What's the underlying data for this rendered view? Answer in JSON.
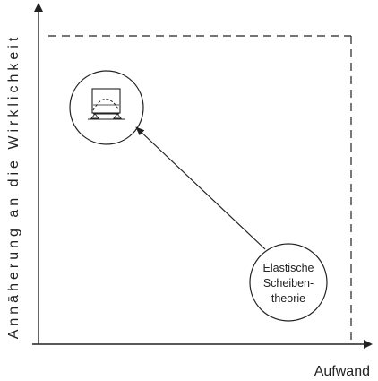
{
  "axes": {
    "x_label": "Aufwand",
    "y_label": "Annäherung an die Wirklichkeit"
  },
  "nodes": {
    "elastic": {
      "lines": [
        "Elastische",
        "Scheiben-",
        "theorie"
      ]
    }
  },
  "colors": {
    "ink": "#222222",
    "background": "#ffffff"
  }
}
